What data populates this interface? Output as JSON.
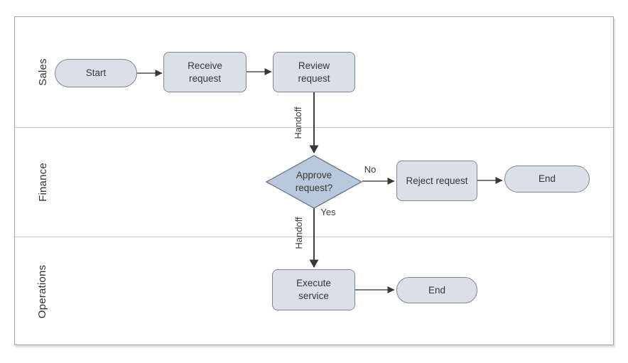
{
  "colors": {
    "node-fill": "#dbdfe8",
    "node-border": "#7f8792",
    "decision-fill": "#b9c9dd",
    "decision-border": "#6a7585",
    "connector": "#4f4f4f",
    "arrowhead": "#383838",
    "frame-border": "#9fa4a9",
    "lane-divider": "#c6c9cc",
    "text": "#363636"
  },
  "lanes": [
    {
      "label": "Sales"
    },
    {
      "label": "Finance"
    },
    {
      "label": "Operations"
    }
  ],
  "nodes": {
    "start": {
      "label": "Start",
      "type": "terminator"
    },
    "receive_request": {
      "label": "Receive request",
      "type": "process"
    },
    "review_request": {
      "label": "Review request",
      "type": "process"
    },
    "approve_request": {
      "label": "Approve request?",
      "type": "decision"
    },
    "reject_request": {
      "label": "Reject request",
      "type": "process"
    },
    "end_finance": {
      "label": "End",
      "type": "terminator"
    },
    "execute_service": {
      "label": "Execute service",
      "type": "process"
    },
    "end_operations": {
      "label": "End",
      "type": "terminator"
    }
  },
  "edge_labels": {
    "handoff_sales_finance": "Handoff",
    "no": "No",
    "yes": "Yes",
    "handoff_finance_operations": "Handoff"
  }
}
